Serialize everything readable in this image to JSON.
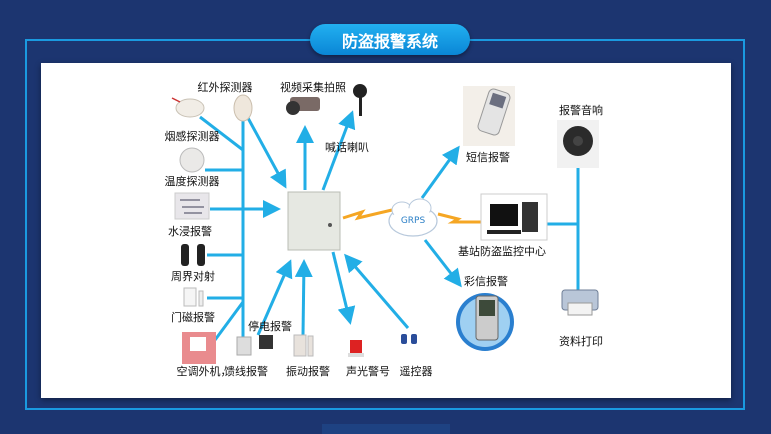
{
  "title": "防盗报警系统",
  "colors": {
    "background": "#1c3570",
    "frame": "#1a9ae0",
    "arrow": "#22aee6",
    "lightning": "#f5a623"
  },
  "center": {
    "cloud_label": "GRPS"
  },
  "labels": {
    "infrared": "红外探测器",
    "camera": "视频采集拍照",
    "loudspeaker": "喊话喇叭",
    "smoke": "烟感探测器",
    "temperature": "温度探测器",
    "water": "水浸报警",
    "perimeter": "周界对射",
    "door": "门磁报警",
    "power_failure": "停电报警",
    "aircon": "空调外机，",
    "feeder": "馈线报警",
    "vibration": "振动报警",
    "siren": "声光警号",
    "remote": "遥控器",
    "sms": "短信报警",
    "monitor_center": "基站防盗监控中心",
    "mms": "彩信报警",
    "alarm_sound": "报警音响",
    "print": "资料打印"
  }
}
